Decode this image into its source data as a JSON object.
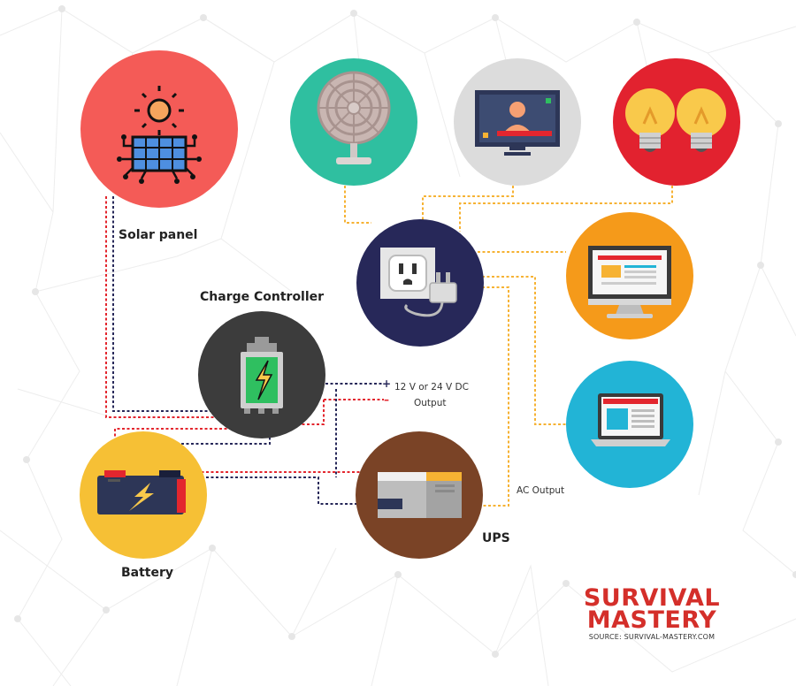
{
  "labels": {
    "solar_panel": "Solar panel",
    "charge_controller": "Charge Controller",
    "battery": "Battery",
    "ups": "UPS",
    "dc_output_line1": "12 V or 24 V DC",
    "dc_output_line2": "Output",
    "ac_output": "AC Output"
  },
  "brand": {
    "line1": "SURVIVAL",
    "line2": "MASTERY",
    "source": "SOURCE: SURVIVAL-MASTERY.COM"
  },
  "colors": {
    "solar_circle": "#f45b57",
    "fan_circle": "#2fbfa0",
    "tv_circle": "#dcdcdc",
    "bulbs_circle": "#e2222f",
    "outlet_circle": "#272859",
    "monitor_circle": "#f59a1a",
    "controller_circle": "#3c3c3c",
    "laptop_circle": "#22b4d6",
    "battery_circle": "#f6c035",
    "ups_circle": "#7a4326",
    "wire_red": "#e3262e",
    "wire_navy": "#272859",
    "wire_yellow": "#f6b233",
    "brand_red": "#d42f2a"
  },
  "icons": [
    "sun-icon",
    "solar-panel-icon",
    "fan-icon",
    "tv-icon",
    "light-bulb-icon",
    "power-outlet-icon",
    "desktop-monitor-icon",
    "battery-charge-icon",
    "car-battery-icon",
    "ups-device-icon",
    "laptop-icon"
  ]
}
